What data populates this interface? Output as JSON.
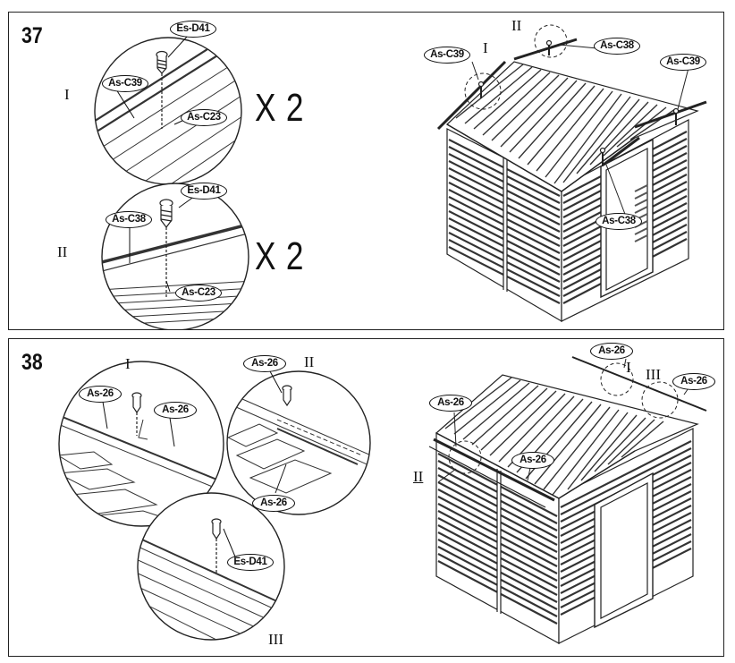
{
  "step37": {
    "number": "37",
    "detail_I": {
      "roman": "I",
      "callouts": {
        "screw": "Es-D41",
        "ridge": "As-C39",
        "panel": "As-C23"
      },
      "multiplier": "X 2"
    },
    "detail_II": {
      "roman": "II",
      "callouts": {
        "screw": "Es-D41",
        "ridge": "As-C38",
        "panel": "As-C23"
      },
      "multiplier": "X 2"
    },
    "overview": {
      "roman_I": "I",
      "roman_II": "II",
      "callouts": {
        "left_c39": "As-C39",
        "top_c38": "As-C38",
        "right_c39": "As-C39",
        "front_c38": "As-C38"
      }
    }
  },
  "step38": {
    "number": "38",
    "detail_I": {
      "roman": "I",
      "callouts": {
        "left": "As-26",
        "right": "As-26"
      }
    },
    "detail_II": {
      "roman": "II",
      "callouts": {
        "top": "As-26",
        "bottom": "As-26"
      }
    },
    "detail_III": {
      "roman": "III",
      "callouts": {
        "screw": "Es-D41"
      }
    },
    "overview": {
      "roman_I": "I",
      "roman_II": "II",
      "roman_III": "III",
      "callouts": {
        "top": "As-26",
        "right": "As-26",
        "left": "As-26",
        "front": "As-26"
      }
    }
  }
}
